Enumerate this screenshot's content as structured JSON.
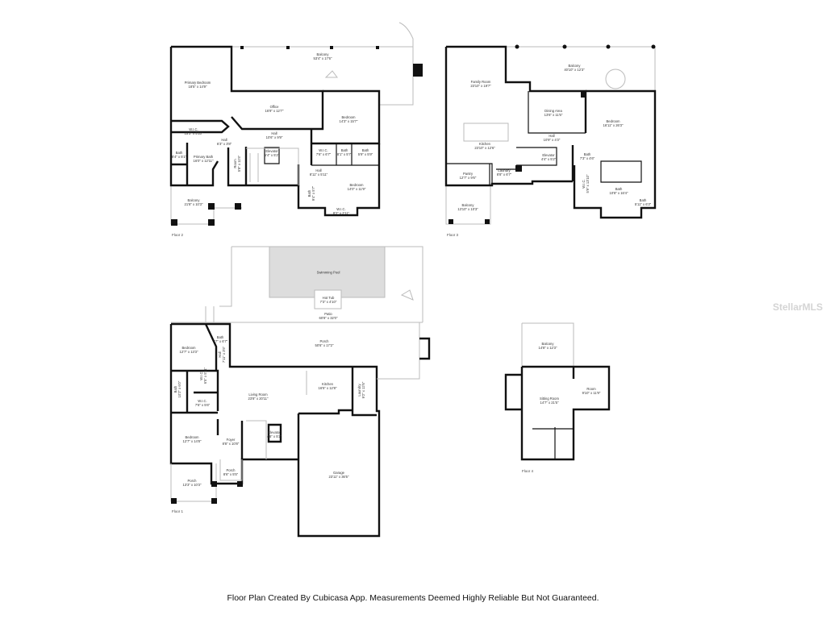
{
  "floors": [
    {
      "label": "Floor 2",
      "rooms": [
        {
          "name": "Balcony",
          "dims": "53'4\" x 17'6\""
        },
        {
          "name": "Primary Bedroom",
          "dims": "18'5\" x 14'9\""
        },
        {
          "name": "Office",
          "dims": "16'9\" x 12'7\""
        },
        {
          "name": "Bedroom",
          "dims": "14'3\" x 15'7\""
        },
        {
          "name": "W.I.C.",
          "dims": "15'3\" x 5'10\""
        },
        {
          "name": "Hall",
          "dims": "10'6\" x 9'9\""
        },
        {
          "name": "Hall",
          "dims": "6'3\" x 3'8\""
        },
        {
          "name": "Bath",
          "dims": "8'4\" x 5'1\""
        },
        {
          "name": "Primary Bath",
          "dims": "16'0\" x 12'11\""
        },
        {
          "name": "Elevator",
          "dims": "5'4\" x 5'2\""
        },
        {
          "name": "W.I.C.",
          "dims": "7'6\" x 6'7\""
        },
        {
          "name": "Bath",
          "dims": "8'1\" x 5'7\""
        },
        {
          "name": "Bath",
          "dims": "5'9\" x 5'9\""
        },
        {
          "name": "Room",
          "dims": "5'8\" x 11'5\""
        },
        {
          "name": "Hall",
          "dims": "8'11\" x 5'11\""
        },
        {
          "name": "Bedroom",
          "dims": "14'0\" x 11'9\""
        },
        {
          "name": "Bath",
          "dims": "9'4\" x 5'7\""
        },
        {
          "name": "W.I.C.",
          "dims": "8'2\" x 2'11\""
        },
        {
          "name": "Balcony",
          "dims": "21'8\" x 10'3\""
        }
      ]
    },
    {
      "label": "Floor 3",
      "rooms": [
        {
          "name": "Family Room",
          "dims": "23'10\" x 19'7\""
        },
        {
          "name": "Balcony",
          "dims": "40'10\" x 12'3\""
        },
        {
          "name": "Dining Area",
          "dims": "13'6\" x 11'5\""
        },
        {
          "name": "Bedroom",
          "dims": "16'11\" x 26'3\""
        },
        {
          "name": "Hall",
          "dims": "10'9\" x 4'3\""
        },
        {
          "name": "Kitchen",
          "dims": "23'10\" x 12'6\""
        },
        {
          "name": "Elevator",
          "dims": "4'4\" x 5'2\""
        },
        {
          "name": "Bath",
          "dims": "7'3\" x 4'6\""
        },
        {
          "name": "Pantry",
          "dims": "12'7\" x 9'6\""
        },
        {
          "name": "Laundry",
          "dims": "8'8\" x 6'7\""
        },
        {
          "name": "W.I.C.",
          "dims": "5'9\" x 13'10\""
        },
        {
          "name": "Bath",
          "dims": "10'8\" x 16'4\""
        },
        {
          "name": "Bath",
          "dims": "5'11\" x 6'3\""
        },
        {
          "name": "Balcony",
          "dims": "13'10\" x 10'3\""
        }
      ]
    },
    {
      "label": "Floor 1",
      "rooms": [
        {
          "name": "Swimming Pool",
          "dims": ""
        },
        {
          "name": "Hot Tub",
          "dims": "7'3\" x 4'10\""
        },
        {
          "name": "Patio",
          "dims": "60'8\" x 32'0\""
        },
        {
          "name": "Porch",
          "dims": "50'6\" x 17'2\""
        },
        {
          "name": "Bedroom",
          "dims": "12'7\" x 13'3\""
        },
        {
          "name": "Bath",
          "dims": "7'7\" x 6'7\""
        },
        {
          "name": "Hall",
          "dims": "7'11\" x 3'5\""
        },
        {
          "name": "W.I.C.",
          "dims": "6'5\" x 5'11\""
        },
        {
          "name": "Bath",
          "dims": "10'2\" x 6'0\""
        },
        {
          "name": "W.I.C.",
          "dims": "7'6\" x 5'6\""
        },
        {
          "name": "Living Room",
          "dims": "23'8\" x 20'11\""
        },
        {
          "name": "Kitchen",
          "dims": "16'5\" x 12'8\""
        },
        {
          "name": "Laundry",
          "dims": "9'2\" x 12'6\""
        },
        {
          "name": "Elevator",
          "dims": "4'6\" x 5'2\""
        },
        {
          "name": "Bedroom",
          "dims": "12'7\" x 14'8\""
        },
        {
          "name": "Foyer",
          "dims": "8'8\" x 10'8\""
        },
        {
          "name": "Porch",
          "dims": "8'6\" x 5'5\""
        },
        {
          "name": "Porch",
          "dims": "13'3\" x 10'3\""
        },
        {
          "name": "Garage",
          "dims": "23'11\" x 36'5\""
        }
      ]
    },
    {
      "label": "Floor 4",
      "rooms": [
        {
          "name": "Balcony",
          "dims": "14'8\" x 12'3\""
        },
        {
          "name": "Sitting Room",
          "dims": "14'7\" x 21'5\""
        },
        {
          "name": "Room",
          "dims": "9'10\" x 11'9\""
        }
      ]
    }
  ],
  "footer": "Floor Plan Created By Cubicasa App. Measurements Deemed Highly Reliable But Not Guaranteed.",
  "watermark": "StellarMLS"
}
